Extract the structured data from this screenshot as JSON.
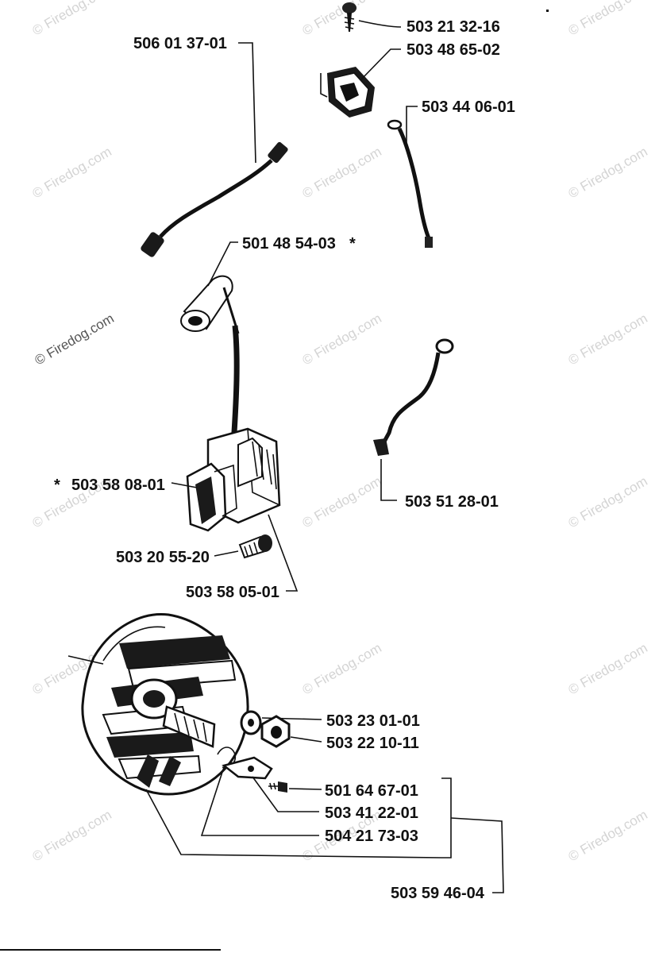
{
  "watermark": "© Firedog.com",
  "parts": {
    "screw_top": "503 21 32-16",
    "ignition_module": "503 48 65-02",
    "ground_wire": "503 44 06-01",
    "ht_lead": "506 01 37-01",
    "ignition_coil": "501 48 54-03",
    "coil_star": "*",
    "coil_bracket": "503 58 08-01",
    "bracket_star": "*",
    "short_circuit_cable": "503 51 28-01",
    "coil_screw": "503 20 55-20",
    "coil_core": "503 58 05-01",
    "washer": "503 23 01-01",
    "flywheel_nut": "503 22 10-11",
    "pawl_screw": "501 64 67-01",
    "pawl": "503 41 22-01",
    "pawl_spring": "504 21 73-03",
    "flywheel_assembly": "503 59 46-04"
  }
}
